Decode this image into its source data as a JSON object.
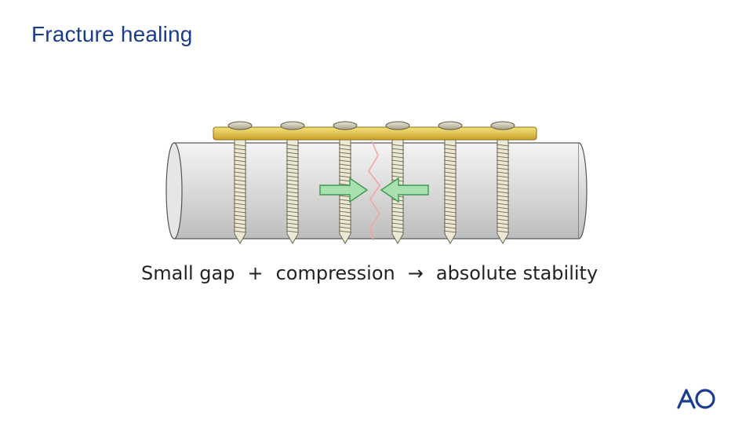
{
  "slide": {
    "title": "Fracture healing"
  },
  "diagram": {
    "colors": {
      "bone": "#d8d8d8",
      "plate": "#e0c34a",
      "screw": "#ece8d6",
      "arrow_fill": "#a8e0b0",
      "arrow_stroke": "#3c9a4c",
      "fracture_line": "#f0a8a0"
    },
    "screw_count": 6
  },
  "caption": {
    "part1": "Small gap",
    "op1": "+",
    "part2": "compression",
    "op2": "→",
    "part3": "absolute stability"
  },
  "logo": {
    "text": "AO",
    "color": "#1a3c8c"
  }
}
